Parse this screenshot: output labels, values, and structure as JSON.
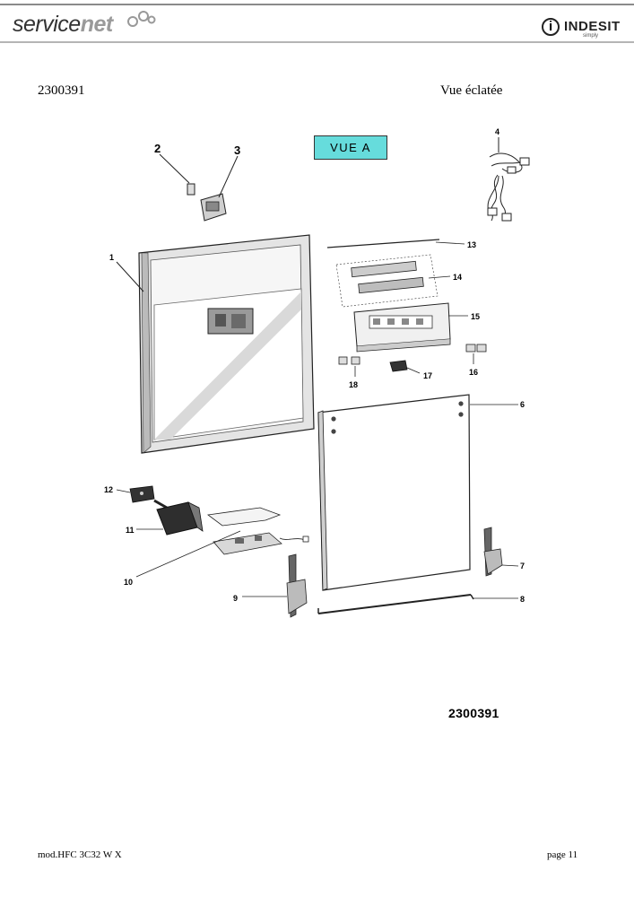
{
  "header": {
    "logo_left_a": "service",
    "logo_left_b": "net",
    "logo_right_brand": "INDESIT",
    "logo_right_tag": "simply"
  },
  "doc": {
    "code": "2300391",
    "view_title": "Vue éclatée",
    "view_label": "VUE A",
    "drawing_code": "2300391"
  },
  "parts": {
    "p1": "1",
    "p2": "2",
    "p3": "3",
    "p4": "4",
    "p6": "6",
    "p7": "7",
    "p8": "8",
    "p9": "9",
    "p10": "10",
    "p11": "11",
    "p12": "12",
    "p13": "13",
    "p14": "14",
    "p15": "15",
    "p16": "16",
    "p17": "17",
    "p18": "18"
  },
  "footer": {
    "model": "mod.HFC 3C32 W X",
    "page": "page 11"
  },
  "colors": {
    "view_label_bg": "#66dcdc"
  }
}
